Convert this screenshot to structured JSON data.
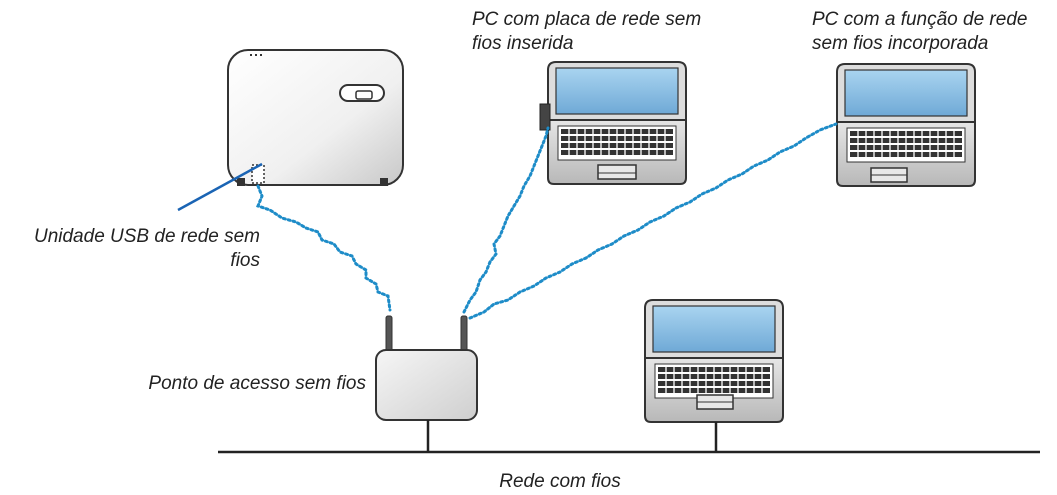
{
  "labels": {
    "usb_unit_line1": "Unidade USB de rede sem",
    "usb_unit_line2": "fios",
    "pc_card_line1": "PC com placa de rede sem",
    "pc_card_line2": "fios inserida",
    "pc_builtin_line1": "PC com a função de rede",
    "pc_builtin_line2": "sem fios incorporada",
    "access_point": "Ponto de acesso sem fios",
    "wired_network": "Rede com fios"
  },
  "colors": {
    "wireless_link": "#1e8cc8",
    "pointer_line": "#1a64b4",
    "outline": "#333333",
    "screen": "#8fc3e6"
  }
}
